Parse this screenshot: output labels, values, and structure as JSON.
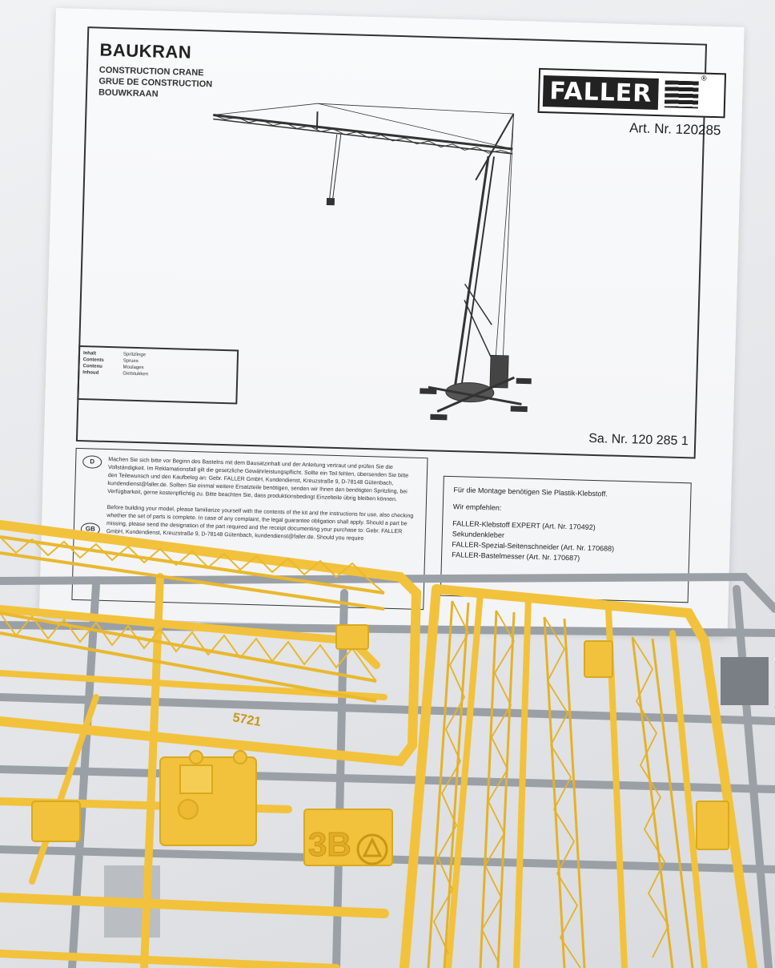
{
  "sheet": {
    "title": "BAUKRAN",
    "subtitles": [
      "CONSTRUCTION CRANE",
      "GRUE DE CONSTRUCTION",
      "BOUWKRAAN"
    ],
    "brand": "FALLER",
    "art_nr": "Art. Nr. 120285",
    "sa_nr": "Sa. Nr. 120 285 1",
    "contents_labels": [
      "Inhalt",
      "Contents",
      "Contenu",
      "Inhoud"
    ],
    "contents_items": [
      "Spritzlinge",
      "Sprues",
      "Moulages",
      "Gietstukken"
    ],
    "lang_de": "D",
    "lang_gb": "GB",
    "text_de": "Machen Sie sich bitte vor Beginn des Bastelns mit dem Bausatzinhalt und der Anleitung vertraut und prüfen Sie die Vollständigkeit. Im Reklamationsfall gilt die gesetzliche Gewährleistungspflicht. Sollte ein Teil fehlen, übersenden Sie bitte den Teilewunsch und den Kaufbeleg an: Gebr. FALLER GmbH, Kundendienst, Kreuzstraße 9, D-78148 Gütenbach, kundendienst@faller.de. Sollten Sie einmal weitere Ersatzteile benötigen, senden wir Ihnen den benötigten Spritzling, bei Verfügbarkeit, gerne kostenpflichtig zu. Bitte beachten Sie, dass produktionsbedingt Einzelteile übrig bleiben können.",
    "text_gb": "Before building your model, please familiarize yourself with the contents of the kit and the instructions for use, also checking whether the set of parts is complete. In case of any complaint, the legal guarantee obligation shall apply. Should a part be missing, please send the designation of the part required and the receipt documenting your purchase to: Gebr. FALLER GmbH, Kundendienst, Kreuzstraße 9, D-78148 Gütenbach, kundendienst@faller.de. Should you require",
    "assembly_note": "Für die Montage benötigen Sie Plastik-Klebstoff.",
    "recommend_label": "Wir empfehlen:",
    "recommendations": [
      "FALLER-Klebstoff EXPERT (Art. Nr. 170492)",
      "Sekundenkleber",
      "FALLER-Spezial-Seitenschneider (Art. Nr. 170688)",
      "FALLER-Bastelmesser (Art. Nr. 170687)"
    ]
  },
  "sprue": {
    "part_label": "3B",
    "small_label": "5721"
  },
  "colors": {
    "paper": "#f5f6f8",
    "ink": "#222222",
    "yellow_plastic": "#f2c23c",
    "grey_plastic": "#9aa0a6"
  }
}
